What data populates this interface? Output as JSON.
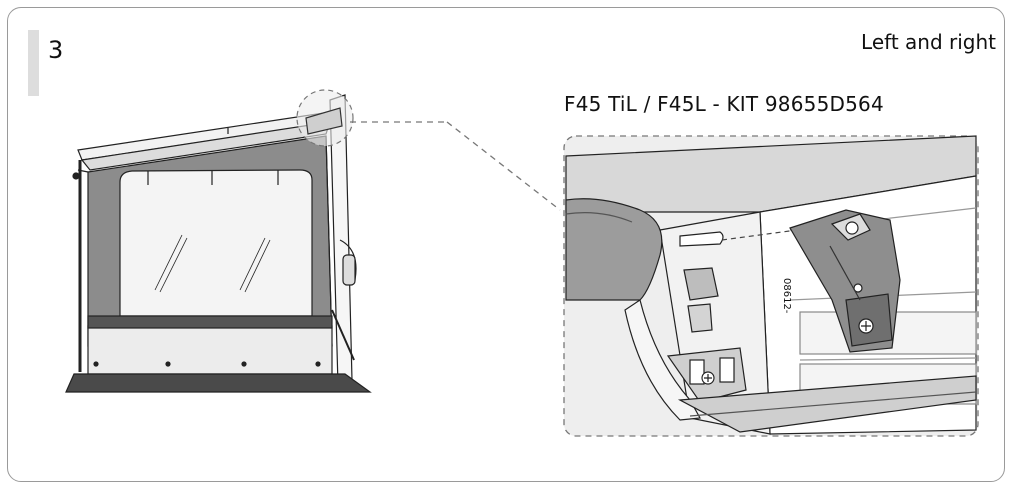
{
  "step": {
    "number": "3"
  },
  "note": {
    "side": "Left and right"
  },
  "kit": {
    "title": "F45 TiL / F45L - KIT 98655D564"
  },
  "detail": {
    "part_code": "08612-"
  },
  "colors": {
    "panel_dark": "#8c8c8c",
    "skirt_light": "#ececec",
    "groundsheet": "#4a4a4a",
    "frame_border": "#9a9a9a",
    "detail_bg": "#eeeeee"
  },
  "icons": {
    "overview": "awning-side-panel-illustration",
    "detail": "wall-bracket-illustration"
  }
}
